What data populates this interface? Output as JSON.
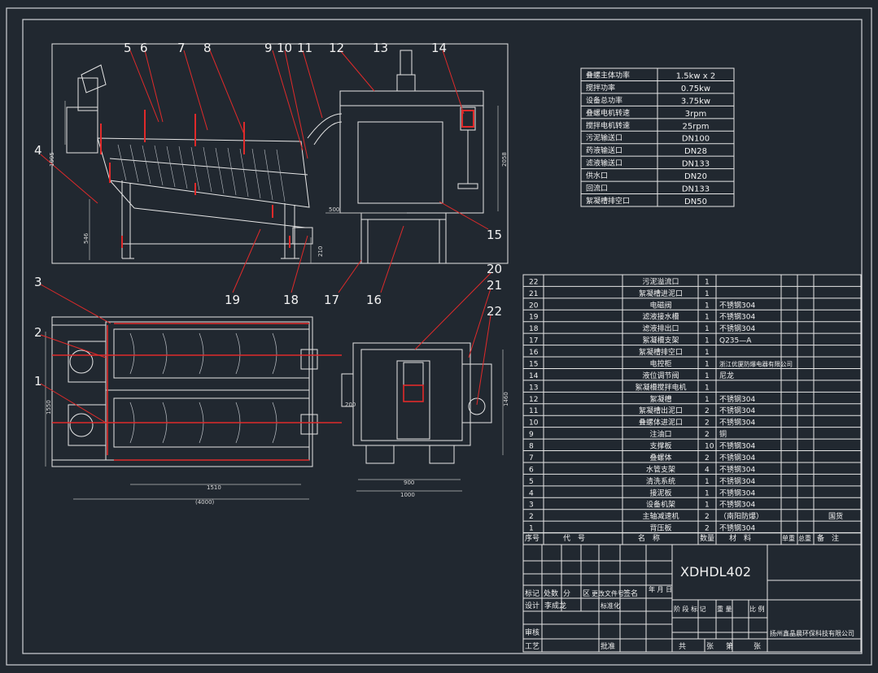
{
  "drawing": {
    "model": "XDHDL402",
    "company": "扬州鑫晶晨环保科技有限公司",
    "callouts": [
      "5",
      "6",
      "7",
      "8",
      "9",
      "10",
      "11",
      "12",
      "13",
      "14",
      "4",
      "15",
      "19",
      "18",
      "17",
      "16",
      "3",
      "20",
      "21",
      "2",
      "22",
      "1"
    ],
    "dimensions": {
      "side_height": "1995",
      "side_left": "546",
      "side_mid": "500",
      "side_right": "2058",
      "side_small": "210",
      "plan_left": "1550",
      "plan_right": "1460",
      "plan_1510": "1510",
      "plan_4000": "(4000)",
      "plan_200": "200",
      "plan_900": "900",
      "plan_1000": "1000"
    }
  },
  "spec_table": [
    {
      "label": "叠螺主体功率",
      "value": "1.5kw x 2"
    },
    {
      "label": "搅拌功率",
      "value": "0.75kw"
    },
    {
      "label": "设备总功率",
      "value": "3.75kw"
    },
    {
      "label": "叠螺电机转速",
      "value": "3rpm"
    },
    {
      "label": "搅拌电机转速",
      "value": "25rpm"
    },
    {
      "label": "污泥输送口",
      "value": "DN100"
    },
    {
      "label": "药液输送口",
      "value": "DN28"
    },
    {
      "label": "滤液输送口",
      "value": "DN133"
    },
    {
      "label": "供水口",
      "value": "DN20"
    },
    {
      "label": "回流口",
      "value": "DN133"
    },
    {
      "label": "絮凝槽排空口",
      "value": "DN50"
    }
  ],
  "parts_list": [
    {
      "no": "22",
      "name": "污泥溢流口",
      "qty": "1",
      "mat": "",
      "note": ""
    },
    {
      "no": "21",
      "name": "絮凝槽进泥口",
      "qty": "1",
      "mat": "",
      "note": ""
    },
    {
      "no": "20",
      "name": "电磁阀",
      "qty": "1",
      "mat": "不锈钢304",
      "note": ""
    },
    {
      "no": "19",
      "name": "滤液接水槽",
      "qty": "1",
      "mat": "不锈钢304",
      "note": ""
    },
    {
      "no": "18",
      "name": "滤液排出口",
      "qty": "1",
      "mat": "不锈钢304",
      "note": ""
    },
    {
      "no": "17",
      "name": "絮凝槽支架",
      "qty": "1",
      "mat": "Q235—A",
      "note": ""
    },
    {
      "no": "16",
      "name": "絮凝槽排空口",
      "qty": "1",
      "mat": "",
      "note": ""
    },
    {
      "no": "15",
      "name": "电控柜",
      "qty": "1",
      "mat": "浙江优厦防爆电器有限公司",
      "note": ""
    },
    {
      "no": "14",
      "name": "液位调节阀",
      "qty": "1",
      "mat": "尼龙",
      "note": ""
    },
    {
      "no": "13",
      "name": "絮凝槽搅拌电机",
      "qty": "1",
      "mat": "",
      "note": ""
    },
    {
      "no": "12",
      "name": "絮凝槽",
      "qty": "1",
      "mat": "不锈钢304",
      "note": ""
    },
    {
      "no": "11",
      "name": "絮凝槽出泥口",
      "qty": "2",
      "mat": "不锈钢304",
      "note": ""
    },
    {
      "no": "10",
      "name": "叠螺体进泥口",
      "qty": "2",
      "mat": "不锈钢304",
      "note": ""
    },
    {
      "no": "9",
      "name": "注油口",
      "qty": "2",
      "mat": "铜",
      "note": ""
    },
    {
      "no": "8",
      "name": "支撑板",
      "qty": "10",
      "mat": "不锈钢304",
      "note": ""
    },
    {
      "no": "7",
      "name": "叠螺体",
      "qty": "2",
      "mat": "不锈钢304",
      "note": ""
    },
    {
      "no": "6",
      "name": "水管支架",
      "qty": "4",
      "mat": "不锈钢304",
      "note": ""
    },
    {
      "no": "5",
      "name": "清洗系统",
      "qty": "1",
      "mat": "不锈钢304",
      "note": ""
    },
    {
      "no": "4",
      "name": "接泥板",
      "qty": "1",
      "mat": "不锈钢304",
      "note": ""
    },
    {
      "no": "3",
      "name": "设备机架",
      "qty": "1",
      "mat": "不锈钢304",
      "note": ""
    },
    {
      "no": "2",
      "name": "主轴减速机",
      "qty": "2",
      "mat": "（南阳防爆）",
      "note": "国货"
    },
    {
      "no": "1",
      "name": "背压板",
      "qty": "2",
      "mat": "不锈钢304",
      "note": ""
    }
  ],
  "parts_header": {
    "no": "序号",
    "code": "代　号",
    "name": "名　称",
    "qty": "数量",
    "mat": "材　料",
    "unit_w": "单重",
    "total_w": "总重",
    "note": "备　注"
  },
  "title_block": {
    "r1": [
      "标记",
      "处数",
      "分",
      "区",
      "更改文件号",
      "签名",
      "年 月 日"
    ],
    "design": "设计",
    "design_name": "李成龙",
    "std": "标准化",
    "stage": "阶 段 标 记",
    "weight": "重 量",
    "scale": "比 例",
    "review": "审核",
    "process": "工艺",
    "approve": "批准",
    "sheets_total": "共",
    "sheets_unit1": "张",
    "sheet_no": "第",
    "sheets_unit2": "张"
  },
  "colors": {
    "bg": "#212830",
    "line": "#e8e8e8",
    "accent": "#e02a2a"
  }
}
